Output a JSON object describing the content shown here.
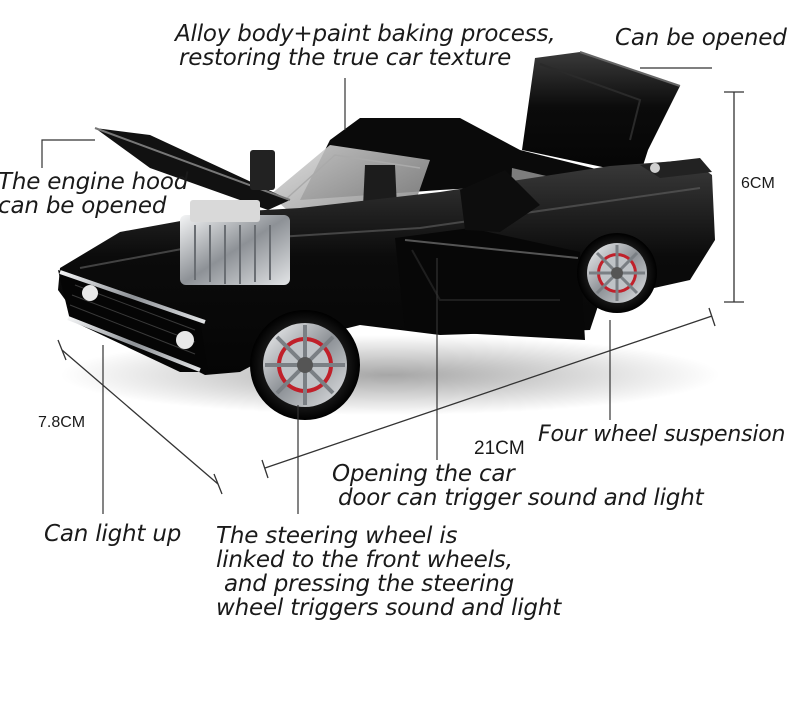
{
  "annotations": {
    "alloy_body": [
      "Alloy body+paint baking process,",
      "restoring the true car texture"
    ],
    "can_be_opened": "Can be opened",
    "engine_hood": [
      "The engine hood",
      "can be opened"
    ],
    "four_wheel": "Four wheel suspension",
    "door_sound": [
      "Opening the car",
      "door can trigger sound and light"
    ],
    "light_up": "Can light up",
    "steering": [
      "The steering wheel is",
      "linked to the front wheels,",
      "and pressing the steering",
      "wheel triggers sound and light"
    ]
  },
  "dimensions": {
    "height": "6CM",
    "width": "7.8CM",
    "length": "21CM"
  },
  "colors": {
    "car_body": "#0d0d0d",
    "rim": "#c9ccd0",
    "brake": "#c0202a",
    "line": "#333333"
  }
}
